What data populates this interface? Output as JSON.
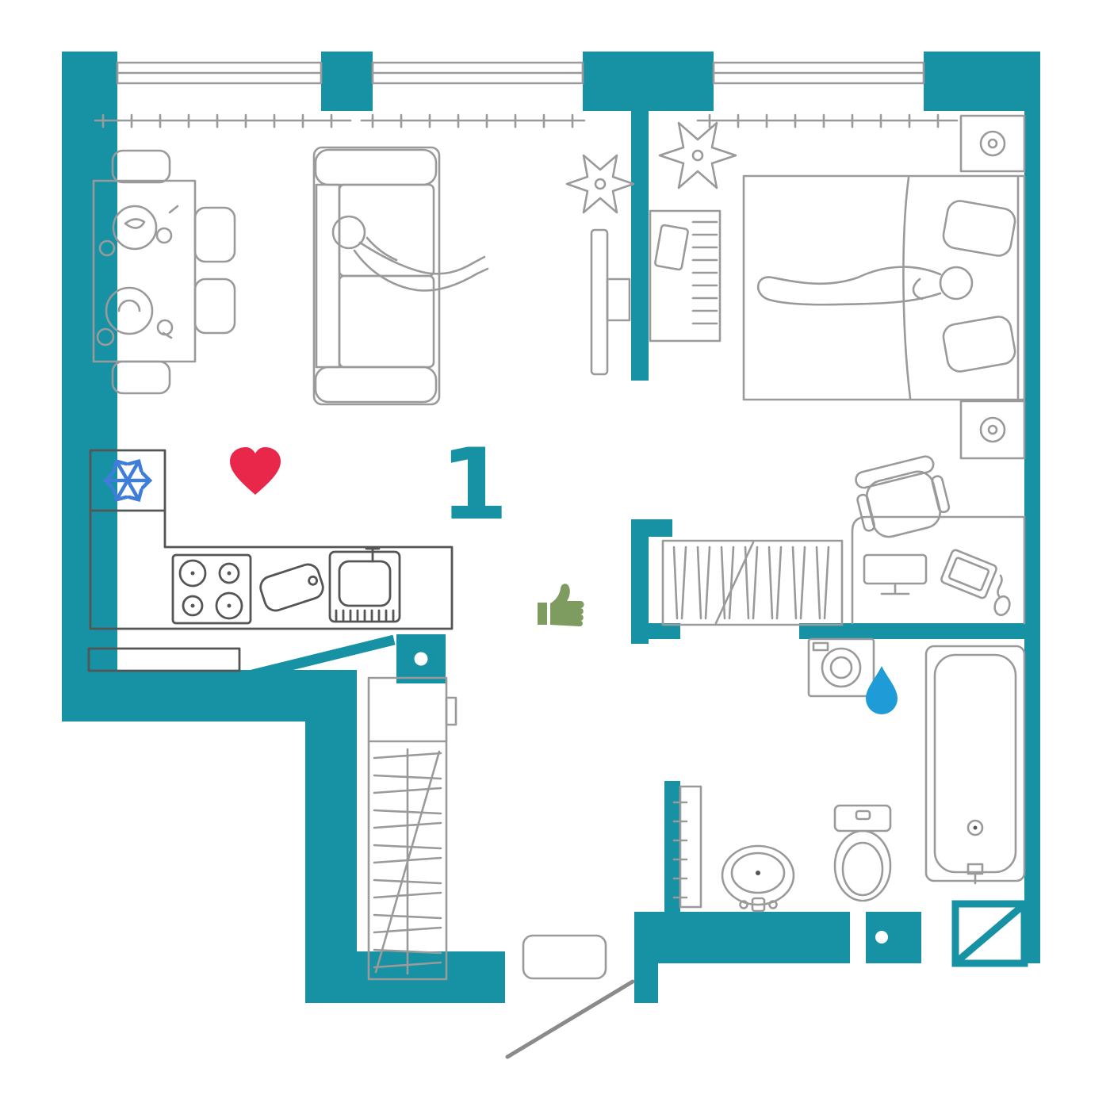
{
  "apartment": {
    "number": "1"
  },
  "colors": {
    "background": "#FFFFFF",
    "wall": "#1792A4",
    "furniture_stroke": "#9A9A9A",
    "furniture_dark": "#555555",
    "heart": "#E8274B",
    "snowflake": "#3E7ED9",
    "thumbs_up": "#7E9C60",
    "water_drop": "#1F9CD8"
  },
  "icons": [
    {
      "name": "snowflake-icon",
      "glyph": "snowflake",
      "color_key": "snowflake"
    },
    {
      "name": "heart-icon",
      "glyph": "heart",
      "color_key": "heart"
    },
    {
      "name": "thumbs-up-icon",
      "glyph": "thumbs-up",
      "color_key": "thumbs_up"
    },
    {
      "name": "water-drop-icon",
      "glyph": "water-drop",
      "color_key": "water_drop"
    }
  ]
}
